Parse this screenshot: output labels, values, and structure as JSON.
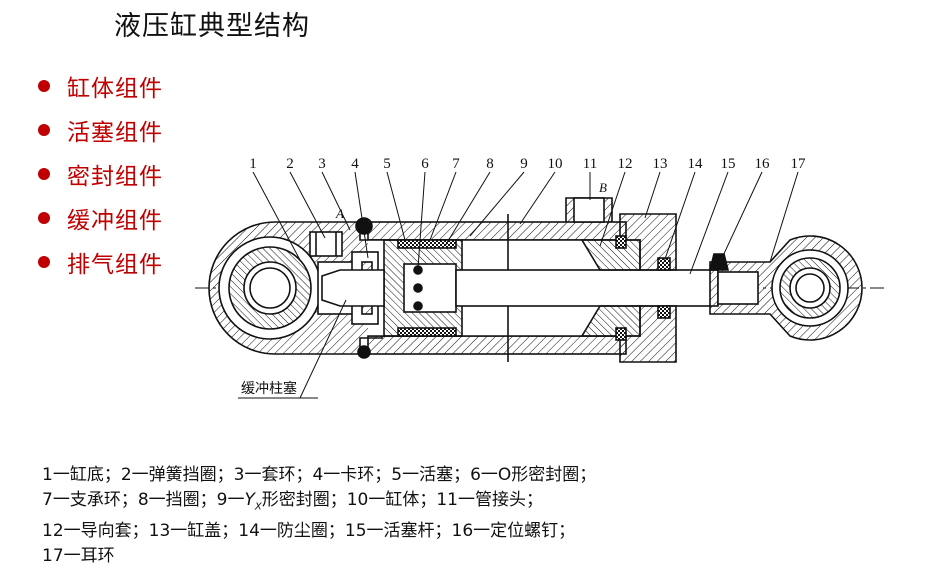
{
  "title": "液压缸典型结构",
  "bullets": [
    "缸体组件",
    "活塞组件",
    "密封组件",
    "缓冲组件",
    "排气组件"
  ],
  "part_numbers": [
    "1",
    "2",
    "3",
    "4",
    "5",
    "6",
    "7",
    "8",
    "9",
    "10",
    "11",
    "12",
    "13",
    "14",
    "15",
    "16",
    "17"
  ],
  "labels": {
    "A": "A",
    "B": "B",
    "cushion_plunger": "缓冲柱塞"
  },
  "legend": {
    "line1": "1一缸底；2一弹簧挡圈；3一套环；4一卡环；5一活塞；6一O形密封圈；",
    "line2_pre": "7一支承环；8一挡圈；9一",
    "line2_y": "Y",
    "line2_sub": "X",
    "line2_post": "形密封圈；10一缸体；11一管接头；",
    "line3": "12一导向套；13一缸盖；14一防尘圈；15一活塞杆；16一定位螺钉；",
    "line4": "17一耳环"
  },
  "colors": {
    "title": "#111111",
    "bullet": "#c00000",
    "line": "#111111"
  }
}
